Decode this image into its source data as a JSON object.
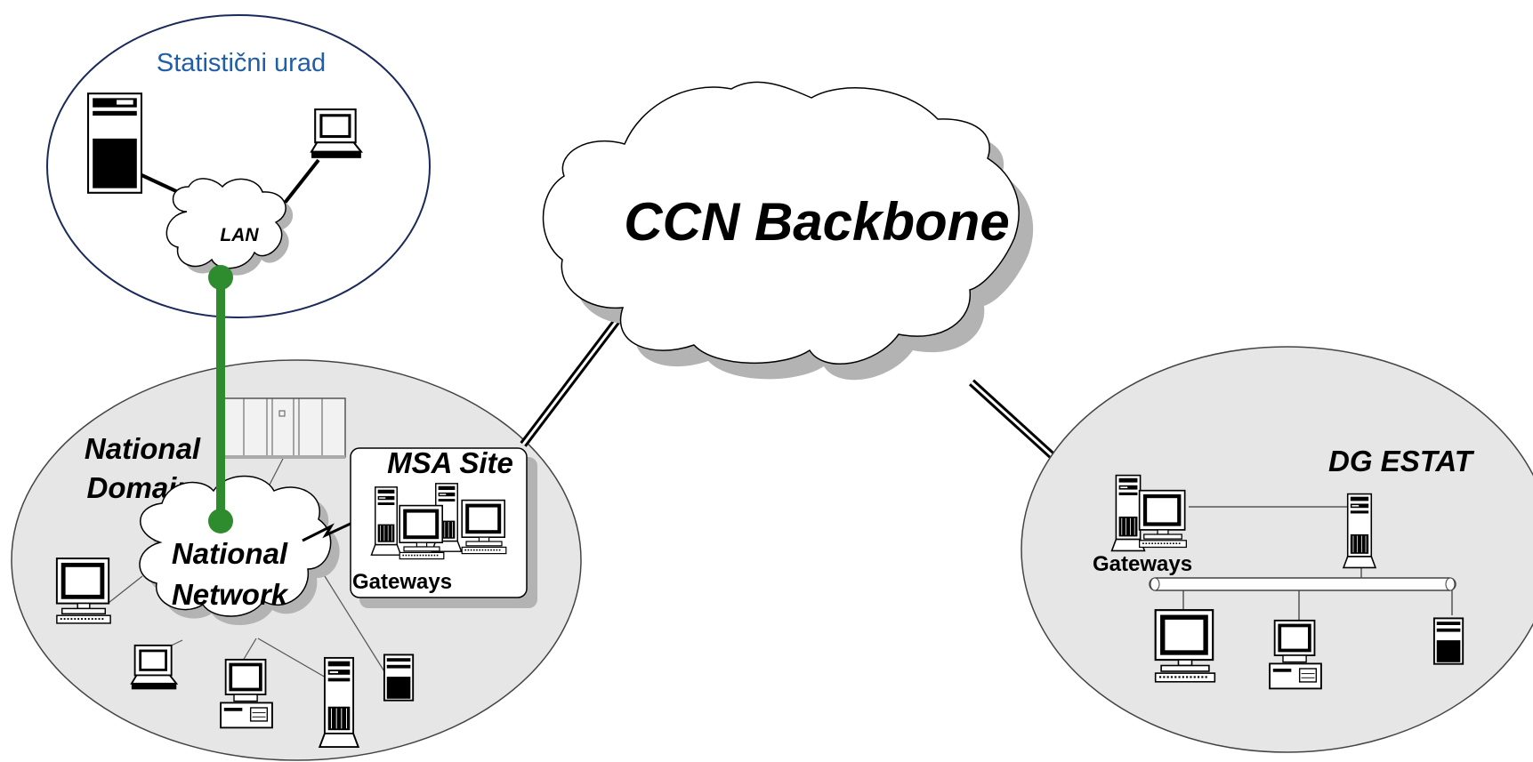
{
  "labels": {
    "statistical_office": "Statistični urad",
    "lan": "LAN",
    "backbone": "CCN Backbone",
    "national_domain_line1": "National",
    "national_domain_line2": "Domain",
    "national_network_line1": "National",
    "national_network_line2": "Network",
    "msa_site": "MSA Site",
    "msa_gateways": "Gateways",
    "dg_estat": "DG ESTAT",
    "estat_gateways": "Gateways"
  },
  "colors": {
    "statistical_office_text": "#1f5ea8",
    "statistical_office_border": "#1a2a5a",
    "green_link": "#2e8b2e",
    "domain_fill": "#e6e6e6",
    "cloud_shadow": "#b3b3b3"
  },
  "icons": [
    "tower-server-icon",
    "laptop-icon",
    "mainframe-icon",
    "workstation-icon",
    "monitor-icon",
    "desktop-computer-icon",
    "lightning-link-icon",
    "bus-cable-icon"
  ]
}
